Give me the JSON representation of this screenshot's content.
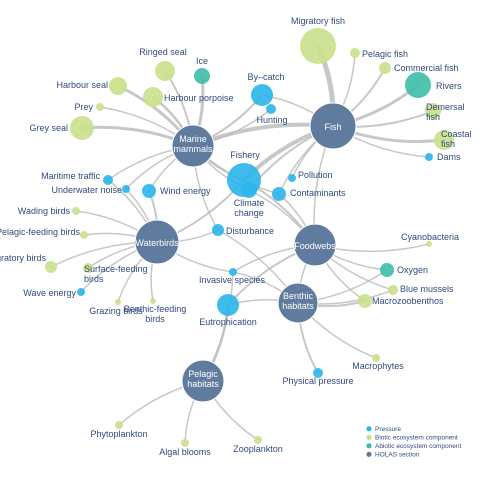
{
  "colors": {
    "pressure": "#2bb5ea",
    "biotic": "#c9e08a",
    "abiotic": "#3cbfa8",
    "holas": "#5f7b9e",
    "edge": "#bdbdbd",
    "label": "#2f4b7c"
  },
  "legend": [
    {
      "key": "pressure",
      "label": "Pressure"
    },
    {
      "key": "biotic",
      "label": "Biotic ecosystem component"
    },
    {
      "key": "abiotic",
      "label": "Abiotic ecosystem component"
    },
    {
      "key": "holas",
      "label": "HOLAS section"
    }
  ],
  "nodes": [
    {
      "id": "fish",
      "label": "Fish",
      "type": "holas"
    },
    {
      "id": "marine_mammals",
      "label": "Marine mammals",
      "type": "holas"
    },
    {
      "id": "waterbirds",
      "label": "Waterbirds",
      "type": "holas"
    },
    {
      "id": "foodwebs",
      "label": "Foodwebs",
      "type": "holas"
    },
    {
      "id": "benthic",
      "label": "Benthic habitats",
      "type": "holas"
    },
    {
      "id": "pelagic",
      "label": "Pelagic habitats",
      "type": "holas"
    },
    {
      "id": "migratory_fish",
      "label": "Migratory fish",
      "type": "biotic"
    },
    {
      "id": "pelagic_fish",
      "label": "Pelagic fish",
      "type": "biotic"
    },
    {
      "id": "commercial_fish",
      "label": "Commercial fish",
      "type": "biotic"
    },
    {
      "id": "rivers",
      "label": "Rivers",
      "type": "abiotic"
    },
    {
      "id": "demersal_fish",
      "label": "Demersal fish",
      "type": "biotic"
    },
    {
      "id": "coastal_fish",
      "label": "Coastal fish",
      "type": "biotic"
    },
    {
      "id": "dams",
      "label": "Dams",
      "type": "pressure"
    },
    {
      "id": "ringed_seal",
      "label": "Ringed seal",
      "type": "biotic"
    },
    {
      "id": "ice",
      "label": "Ice",
      "type": "abiotic"
    },
    {
      "id": "harbour_seal",
      "label": "Harbour seal",
      "type": "biotic"
    },
    {
      "id": "harbour_porpoise",
      "label": "Harbour porpoise",
      "type": "biotic"
    },
    {
      "id": "prey",
      "label": "Prey",
      "type": "biotic"
    },
    {
      "id": "grey_seal",
      "label": "Grey seal",
      "type": "biotic"
    },
    {
      "id": "bycatch",
      "label": "By–catch",
      "type": "pressure"
    },
    {
      "id": "hunting",
      "label": "Hunting",
      "type": "pressure"
    },
    {
      "id": "fishery",
      "label": "Fishery",
      "type": "pressure"
    },
    {
      "id": "pollution",
      "label": "Pollution",
      "type": "pressure"
    },
    {
      "id": "contaminants",
      "label": "Contaminants",
      "type": "pressure"
    },
    {
      "id": "climate_change",
      "label": "Climate change",
      "type": "pressure"
    },
    {
      "id": "maritime_traffic",
      "label": "Maritime traffic",
      "type": "pressure"
    },
    {
      "id": "underwater_noise",
      "label": "Underwater noise",
      "type": "pressure"
    },
    {
      "id": "wind_energy",
      "label": "Wind energy",
      "type": "pressure"
    },
    {
      "id": "disturbance",
      "label": "Disturbance",
      "type": "pressure"
    },
    {
      "id": "invasive_species",
      "label": "Invasive species",
      "type": "pressure"
    },
    {
      "id": "eutrophication",
      "label": "Eutrophication",
      "type": "pressure"
    },
    {
      "id": "physical_pressure",
      "label": "Physical pressure",
      "type": "pressure"
    },
    {
      "id": "wading_birds",
      "label": "Wading birds",
      "type": "biotic"
    },
    {
      "id": "pelagic_feeding_birds",
      "label": "Pelagic-feeding birds",
      "type": "biotic"
    },
    {
      "id": "migratory_birds",
      "label": "Migratory birds",
      "type": "biotic"
    },
    {
      "id": "surface_feeding_birds",
      "label": "Surface-feeding birds",
      "type": "biotic"
    },
    {
      "id": "wave_energy",
      "label": "Wave energy",
      "type": "pressure"
    },
    {
      "id": "grazing_birds",
      "label": "Grazing birds",
      "type": "biotic"
    },
    {
      "id": "benthic_feeding_birds",
      "label": "Benthic-feeding birds",
      "type": "biotic"
    },
    {
      "id": "cyanobacteria",
      "label": "Cyanobacteria",
      "type": "biotic"
    },
    {
      "id": "oxygen",
      "label": "Oxygen",
      "type": "abiotic"
    },
    {
      "id": "blue_mussels",
      "label": "Blue mussels",
      "type": "biotic"
    },
    {
      "id": "macrozoobenthos",
      "label": "Macrozoobenthos",
      "type": "biotic"
    },
    {
      "id": "macrophytes",
      "label": "Macrophytes",
      "type": "biotic"
    },
    {
      "id": "phytoplankton",
      "label": "Phytoplankton",
      "type": "biotic"
    },
    {
      "id": "algal_blooms",
      "label": "Algal blooms",
      "type": "biotic"
    },
    {
      "id": "zooplankton",
      "label": "Zooplankton",
      "type": "biotic"
    }
  ],
  "edges": [
    {
      "source": "fish",
      "target": "migratory_fish",
      "weight": 5
    },
    {
      "source": "fish",
      "target": "pelagic_fish",
      "weight": 1.5
    },
    {
      "source": "fish",
      "target": "commercial_fish",
      "weight": 2
    },
    {
      "source": "fish",
      "target": "rivers",
      "weight": 3
    },
    {
      "source": "fish",
      "target": "demersal_fish",
      "weight": 2
    },
    {
      "source": "fish",
      "target": "coastal_fish",
      "weight": 3
    },
    {
      "source": "fish",
      "target": "dams",
      "weight": 1.5
    },
    {
      "source": "fish",
      "target": "fishery",
      "weight": 4
    },
    {
      "source": "fish",
      "target": "climate_change",
      "weight": 2
    },
    {
      "source": "fish",
      "target": "contaminants",
      "weight": 1.5
    },
    {
      "source": "fish",
      "target": "pollution",
      "weight": 1.5
    },
    {
      "source": "fish",
      "target": "foodwebs",
      "weight": 1.5
    },
    {
      "source": "fish",
      "target": "marine_mammals",
      "weight": 4
    },
    {
      "source": "fish",
      "target": "bycatch",
      "weight": 1.5
    },
    {
      "source": "marine_mammals",
      "target": "ringed_seal",
      "weight": 2
    },
    {
      "source": "marine_mammals",
      "target": "ice",
      "weight": 3
    },
    {
      "source": "marine_mammals",
      "target": "harbour_seal",
      "weight": 3
    },
    {
      "source": "marine_mammals",
      "target": "harbour_porpoise",
      "weight": 2.5
    },
    {
      "source": "marine_mammals",
      "target": "prey",
      "weight": 1.5
    },
    {
      "source": "marine_mammals",
      "target": "grey_seal",
      "weight": 3
    },
    {
      "source": "marine_mammals",
      "target": "bycatch",
      "weight": 2
    },
    {
      "source": "marine_mammals",
      "target": "hunting",
      "weight": 1.5
    },
    {
      "source": "marine_mammals",
      "target": "fishery",
      "weight": 2
    },
    {
      "source": "marine_mammals",
      "target": "maritime_traffic",
      "weight": 1.5
    },
    {
      "source": "marine_mammals",
      "target": "underwater_noise",
      "weight": 1.5
    },
    {
      "source": "marine_mammals",
      "target": "wind_energy",
      "weight": 1.5
    },
    {
      "source": "marine_mammals",
      "target": "climate_change",
      "weight": 1.5
    },
    {
      "source": "marine_mammals",
      "target": "contaminants",
      "weight": 1.5
    },
    {
      "source": "marine_mammals",
      "target": "disturbance",
      "weight": 1.5
    },
    {
      "source": "waterbirds",
      "target": "wading_birds",
      "weight": 1.5
    },
    {
      "source": "waterbirds",
      "target": "pelagic_feeding_birds",
      "weight": 1.5
    },
    {
      "source": "waterbirds",
      "target": "migratory_birds",
      "weight": 1.5
    },
    {
      "source": "waterbirds",
      "target": "surface_feeding_birds",
      "weight": 1.5
    },
    {
      "source": "waterbirds",
      "target": "wave_energy",
      "weight": 1.5
    },
    {
      "source": "waterbirds",
      "target": "grazing_birds",
      "weight": 1.5
    },
    {
      "source": "waterbirds",
      "target": "benthic_feeding_birds",
      "weight": 1.5
    },
    {
      "source": "waterbirds",
      "target": "maritime_traffic",
      "weight": 1.5
    },
    {
      "source": "waterbirds",
      "target": "underwater_noise",
      "weight": 1.5
    },
    {
      "source": "waterbirds",
      "target": "wind_energy",
      "weight": 2
    },
    {
      "source": "waterbirds",
      "target": "disturbance",
      "weight": 1.5
    },
    {
      "source": "waterbirds",
      "target": "fishery",
      "weight": 2
    },
    {
      "source": "waterbirds",
      "target": "invasive_species",
      "weight": 1.5
    },
    {
      "source": "foodwebs",
      "target": "cyanobacteria",
      "weight": 1.5
    },
    {
      "source": "foodwebs",
      "target": "oxygen",
      "weight": 1.5
    },
    {
      "source": "foodwebs",
      "target": "blue_mussels",
      "weight": 1.5
    },
    {
      "source": "foodwebs",
      "target": "macrozoobenthos",
      "weight": 1.5
    },
    {
      "source": "foodwebs",
      "target": "fishery",
      "weight": 2
    },
    {
      "source": "foodwebs",
      "target": "contaminants",
      "weight": 1.5
    },
    {
      "source": "foodwebs",
      "target": "climate_change",
      "weight": 1.5
    },
    {
      "source": "foodwebs",
      "target": "invasive_species",
      "weight": 1.5
    },
    {
      "source": "foodwebs",
      "target": "eutrophication",
      "weight": 2
    },
    {
      "source": "foodwebs",
      "target": "benthic",
      "weight": 1.5
    },
    {
      "source": "benthic",
      "target": "oxygen",
      "weight": 1.5
    },
    {
      "source": "benthic",
      "target": "blue_mussels",
      "weight": 1.5
    },
    {
      "source": "benthic",
      "target": "macrozoobenthos",
      "weight": 2
    },
    {
      "source": "benthic",
      "target": "macrophytes",
      "weight": 1.5
    },
    {
      "source": "benthic",
      "target": "physical_pressure",
      "weight": 2
    },
    {
      "source": "benthic",
      "target": "eutrophication",
      "weight": 1.5
    },
    {
      "source": "benthic",
      "target": "invasive_species",
      "weight": 1.5
    },
    {
      "source": "benthic",
      "target": "disturbance",
      "weight": 1.5
    },
    {
      "source": "pelagic",
      "target": "phytoplankton",
      "weight": 1.5
    },
    {
      "source": "pelagic",
      "target": "algal_blooms",
      "weight": 1.5
    },
    {
      "source": "pelagic",
      "target": "zooplankton",
      "weight": 1.5
    },
    {
      "source": "pelagic",
      "target": "eutrophication",
      "weight": 2.5
    },
    {
      "source": "pelagic",
      "target": "invasive_species",
      "weight": 1.5
    }
  ]
}
